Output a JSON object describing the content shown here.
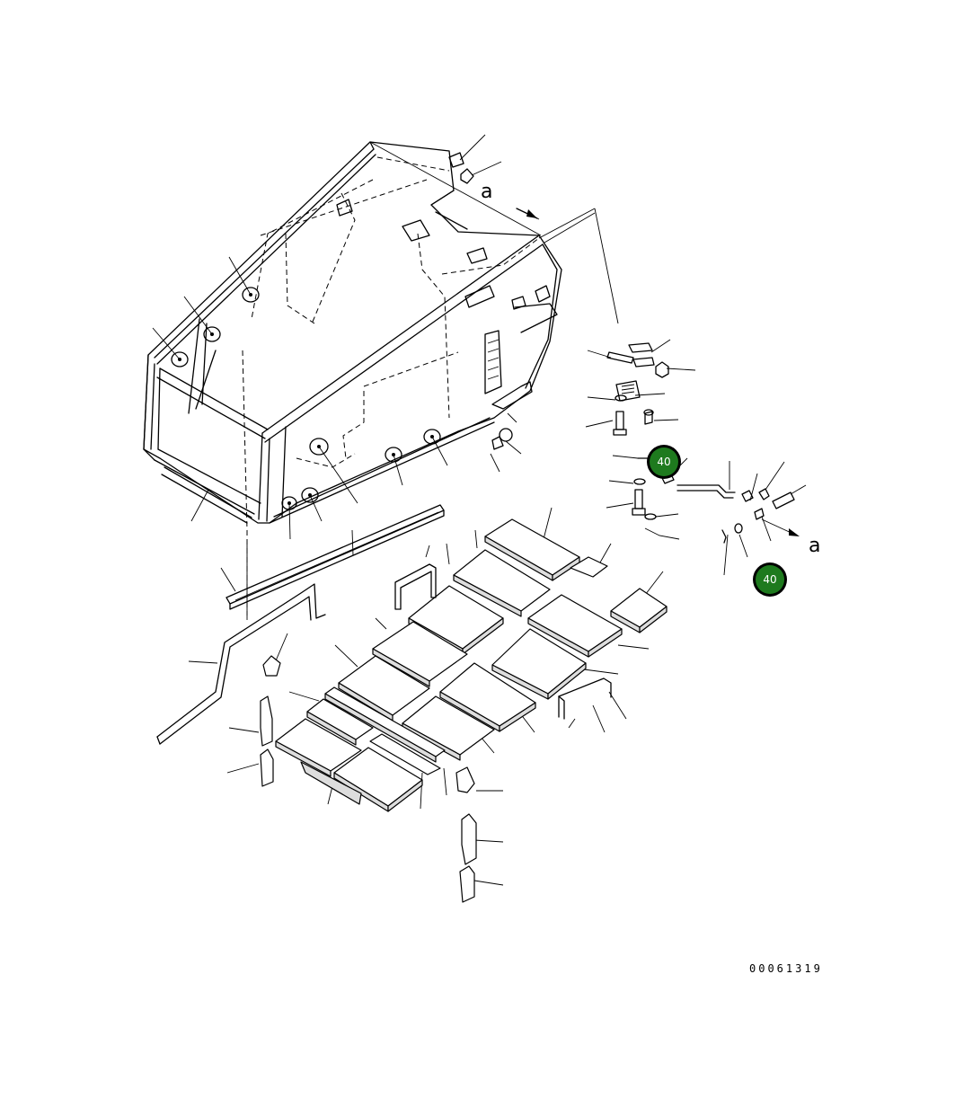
{
  "diagram": {
    "view_marker": "a",
    "references": [
      {
        "label": "40"
      },
      {
        "label": "40"
      }
    ],
    "document_number": "00061319",
    "reference_badge_color": "#1e7a1e"
  }
}
